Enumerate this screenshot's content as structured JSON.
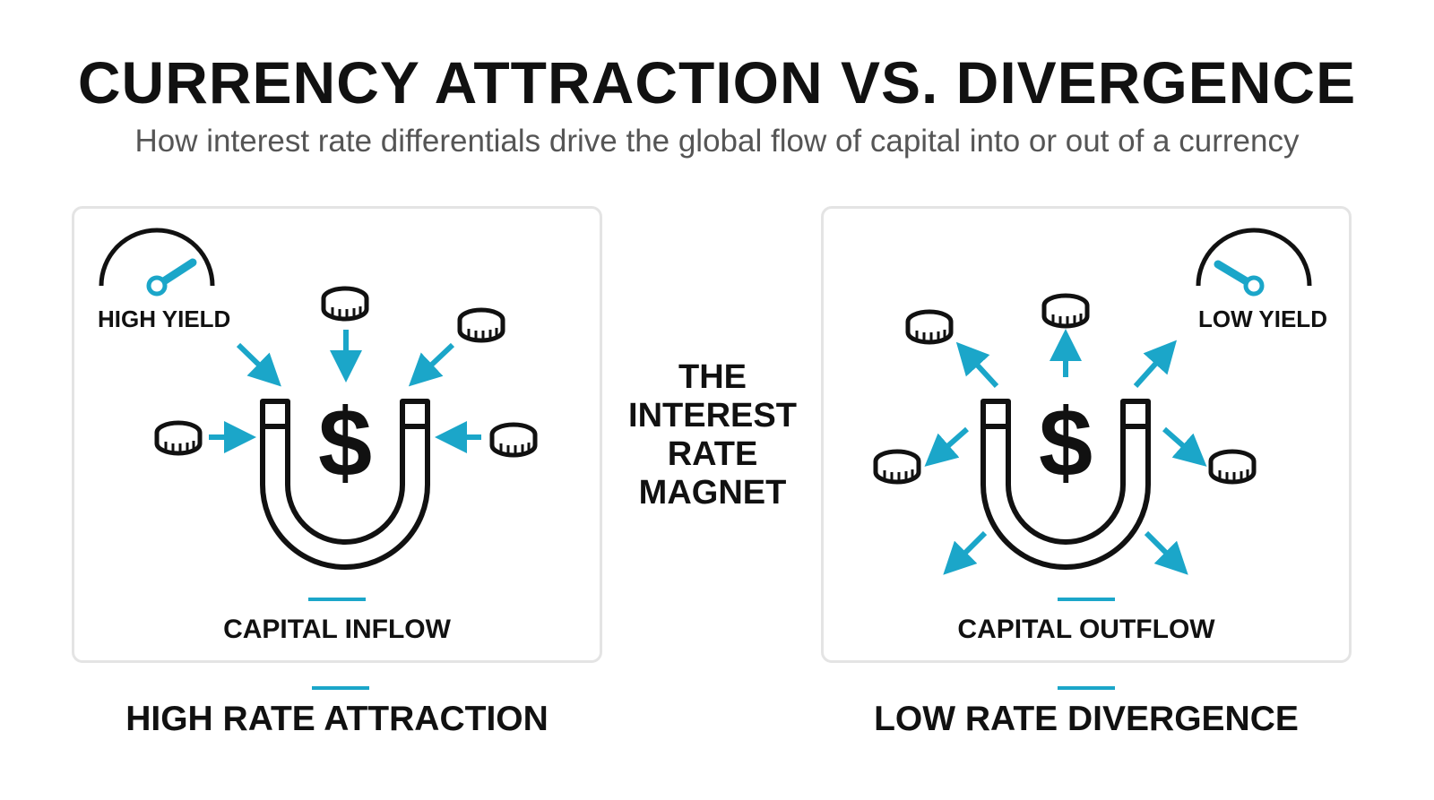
{
  "header": {
    "title": "CURRENCY ATTRACTION VS. DIVERGENCE",
    "subtitle": "How interest rate differentials drive the global flow of capital into or out of a currency"
  },
  "center": {
    "lines": [
      "THE",
      "INTEREST",
      "RATE",
      "MAGNET"
    ]
  },
  "left_panel": {
    "gauge_label": "HIGH YIELD",
    "flow_label": "CAPITAL INFLOW",
    "caption": "HIGH RATE ATTRACTION",
    "magnet_symbol": "$"
  },
  "right_panel": {
    "gauge_label": "LOW YIELD",
    "flow_label": "CAPITAL OUTFLOW",
    "caption": "LOW RATE DIVERGENCE",
    "magnet_symbol": "$"
  },
  "colors": {
    "accent": "#1ba6c9",
    "ink": "#111111",
    "subtitle": "#555555",
    "panel_border": "#e4e4e4"
  },
  "icons": [
    "gauge-icon",
    "magnet-icon",
    "coin-icon",
    "arrow-icon"
  ]
}
